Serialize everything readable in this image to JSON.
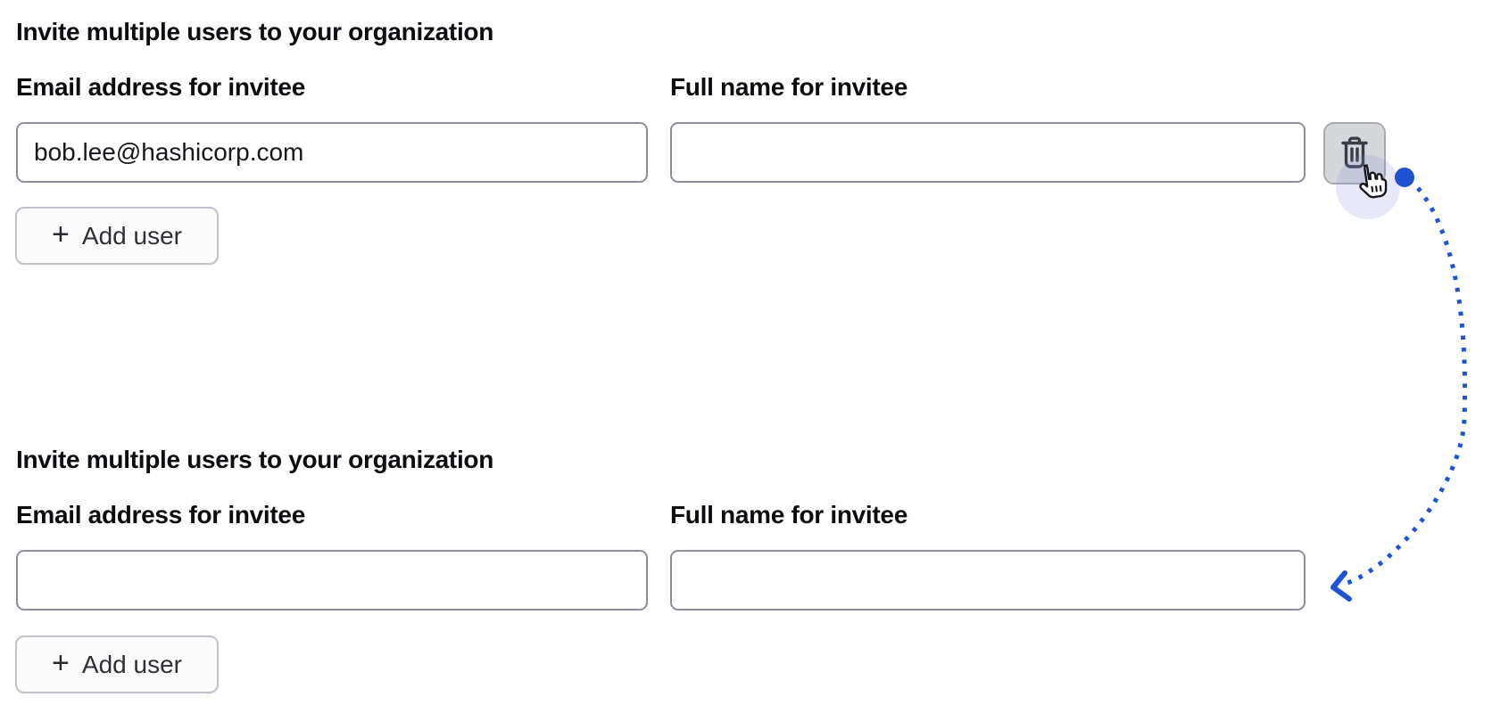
{
  "accent_blue": "#2052d4",
  "sections": [
    {
      "title": "Invite multiple users to your organization",
      "fields": [
        {
          "label": "Email address for invitee",
          "value": "bob.lee@hashicorp.com"
        },
        {
          "label": "Full name for invitee",
          "value": ""
        }
      ],
      "add_button_label": "Add user",
      "has_delete_button": true
    },
    {
      "title": "Invite multiple users to your organization",
      "fields": [
        {
          "label": "Email address for invitee",
          "value": ""
        },
        {
          "label": "Full name for invitee",
          "value": ""
        }
      ],
      "add_button_label": "Add user",
      "has_delete_button": false
    }
  ],
  "icons": {
    "plus_glyph": "+",
    "delete": "trash-icon",
    "cursor": "hand-pointer-icon"
  }
}
